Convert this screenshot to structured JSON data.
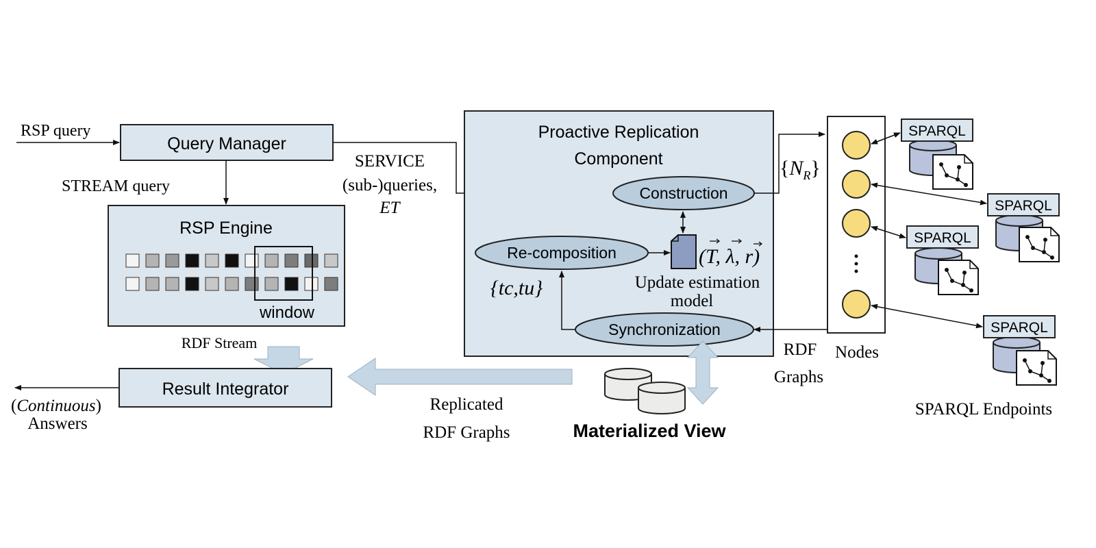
{
  "labels": {
    "rsp_query": "RSP query",
    "query_manager": "Query Manager",
    "stream_query": "STREAM query",
    "rsp_engine": "RSP Engine",
    "window": "window",
    "rdf_stream": "RDF Stream",
    "result_integrator": "Result Integrator",
    "continuous_open": "(",
    "continuous": "Continuous",
    "continuous_close": ")",
    "answers": "Answers",
    "service_line1": "SERVICE",
    "service_line2": "(sub-)queries,",
    "service_line3": "ET",
    "proactive_line1": "Proactive Replication",
    "proactive_line2": "Component",
    "construction": "Construction",
    "recomposition": "Re-composition",
    "synchronization": "Synchronization",
    "tctu": "{tc,tu}",
    "update_line1": "Update estimation",
    "update_line2": "model",
    "params": "(T, λ, r)",
    "nr_open": "{",
    "nr_n": "N",
    "nr_sub": "R",
    "nr_close": "}",
    "nodes": "Nodes",
    "rdf_graphs_line1": "RDF",
    "rdf_graphs_line2": "Graphs",
    "replicated_line1": "Replicated",
    "replicated_line2": "RDF Graphs",
    "materialized_view": "Materialized View",
    "sparql_endpoints": "SPARQL Endpoints",
    "sparql": [
      "SPARQL",
      "SPARQL",
      "SPARQL",
      "SPARQL"
    ],
    "node_ellipsis": "⋮"
  },
  "stream_cells": {
    "row1": [
      "#f4f4f4",
      "#b4b4b4",
      "#9a9a9a",
      "#111111",
      "#c8c8c8",
      "#111111",
      "#f4f4f4",
      "#b4b4b4",
      "#7d7d7d",
      "#6a6a6a",
      "#c8c8c8"
    ],
    "row2": [
      "#f4f4f4",
      "#b4b4b4",
      "#b4b4b4",
      "#111111",
      "#c8c8c8",
      "#b4b4b4",
      "#7d7d7d",
      "#b4b4b4",
      "#111111",
      "#f4f4f4",
      "#7d7d7d"
    ]
  },
  "colors": {
    "box_fill": "#dce6ee",
    "ellipse_fill": "#b9cddd",
    "arrow_fill": "#c5d6e4",
    "node_fill": "#f6dc7e",
    "doc_fill": "#8d9dc2",
    "db_fill": "#b9c3dc"
  }
}
